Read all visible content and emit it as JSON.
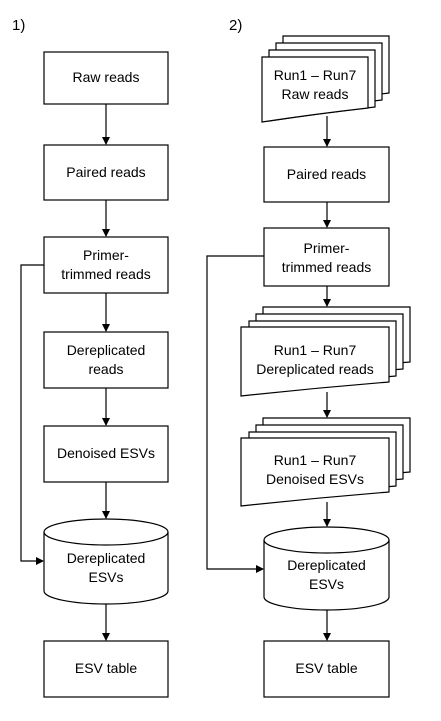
{
  "panel1": {
    "label": "1)",
    "raw_reads": "Raw reads",
    "paired_reads": "Paired reads",
    "primer_trimmed": "Primer-\ntrimmed reads",
    "dereplicated_reads": "Dereplicated\nreads",
    "denoised_esvs": "Denoised ESVs",
    "dereplicated_esvs": "Dereplicated\nESVs",
    "esv_table": "ESV table"
  },
  "panel2": {
    "label": "2)",
    "raw_reads": "Run1 – Run7\nRaw reads",
    "paired_reads": "Paired reads",
    "primer_trimmed": "Primer-\ntrimmed reads",
    "dereplicated_reads": "Run1 – Run7\nDereplicated reads",
    "denoised_esvs": "Run1 – Run7\nDenoised ESVs",
    "dereplicated_esvs": "Dereplicated\nESVs",
    "esv_table": "ESV table"
  }
}
